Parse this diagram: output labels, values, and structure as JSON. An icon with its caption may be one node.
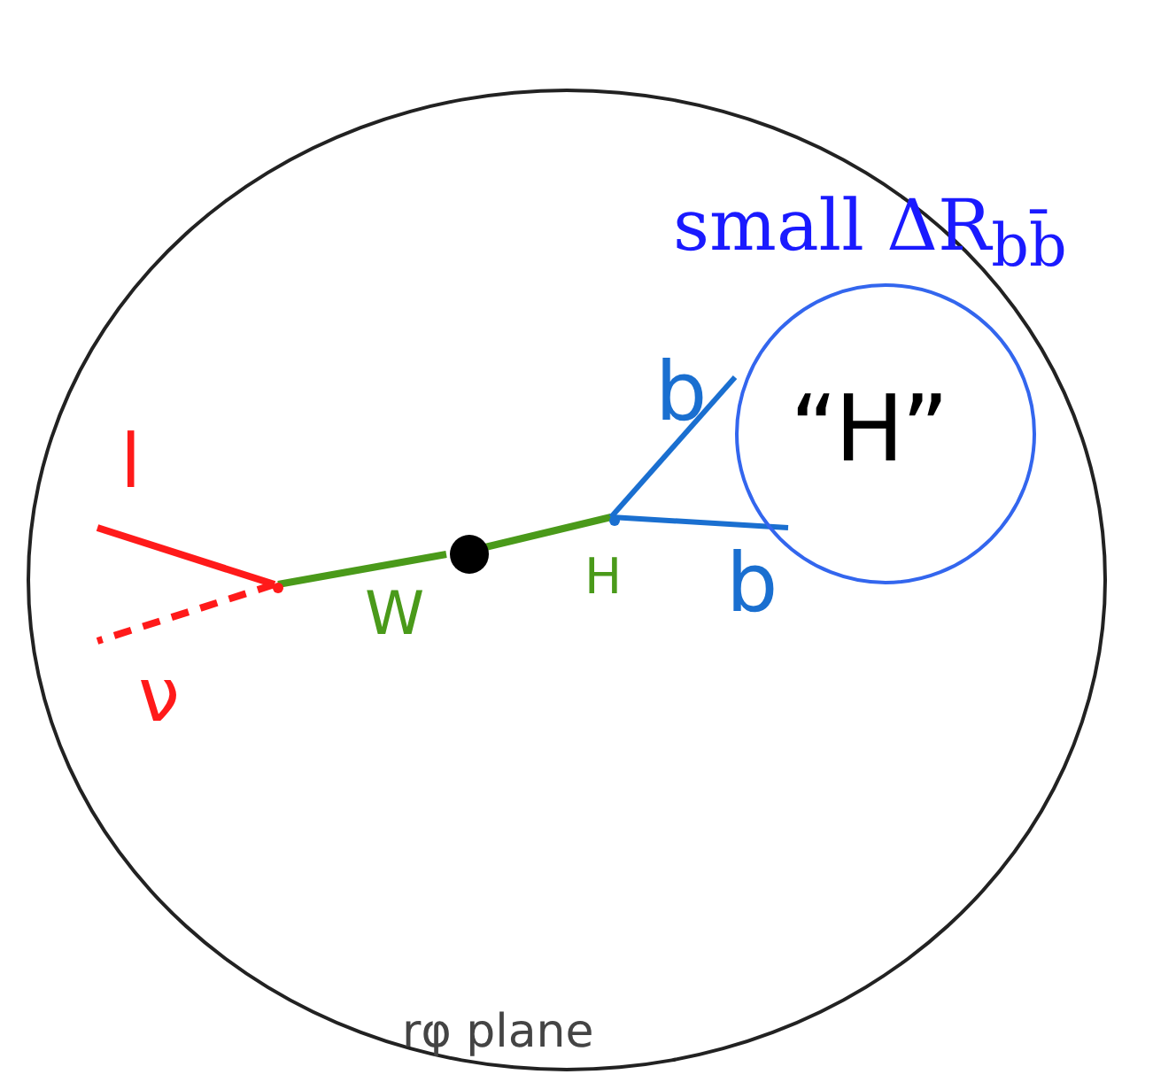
{
  "diagram": {
    "nodes": [
      {
        "text": [
          "rφ plane"
        ]
      },
      {
        "text": [
          "“H”"
        ],
        "in": 0,
        "beside": [
          "small ΔR$_{bb̄}$"
        ]
      },
      {
        "text": [],
        "shape": "circle",
        "in": 0
      },
      {
        "text": [],
        "shape": "point",
        "in": 0
      },
      {
        "text": [],
        "shape": "point",
        "in": 0
      }
    ],
    "edges": [
      {
        "from": 3,
        "to": null,
        "arrow": "none",
        "label": "l",
        "color": "#ff1a1a"
      },
      {
        "from": 3,
        "to": null,
        "arrow": "none",
        "label": "ν",
        "style": "dashed",
        "color": "#ff1a1a"
      },
      {
        "from": 2,
        "to": 3,
        "arrow": "none",
        "label": "W",
        "color": "#4a9a1a"
      },
      {
        "from": 2,
        "to": 4,
        "arrow": "none",
        "label": "H",
        "color": "#4a9a1a"
      },
      {
        "from": 4,
        "to": 1,
        "arrow": "none",
        "label": "b",
        "color": "#1a6fd0"
      },
      {
        "from": 4,
        "to": 1,
        "arrow": "none",
        "label": "b",
        "color": "#1a6fd0"
      }
    ]
  }
}
